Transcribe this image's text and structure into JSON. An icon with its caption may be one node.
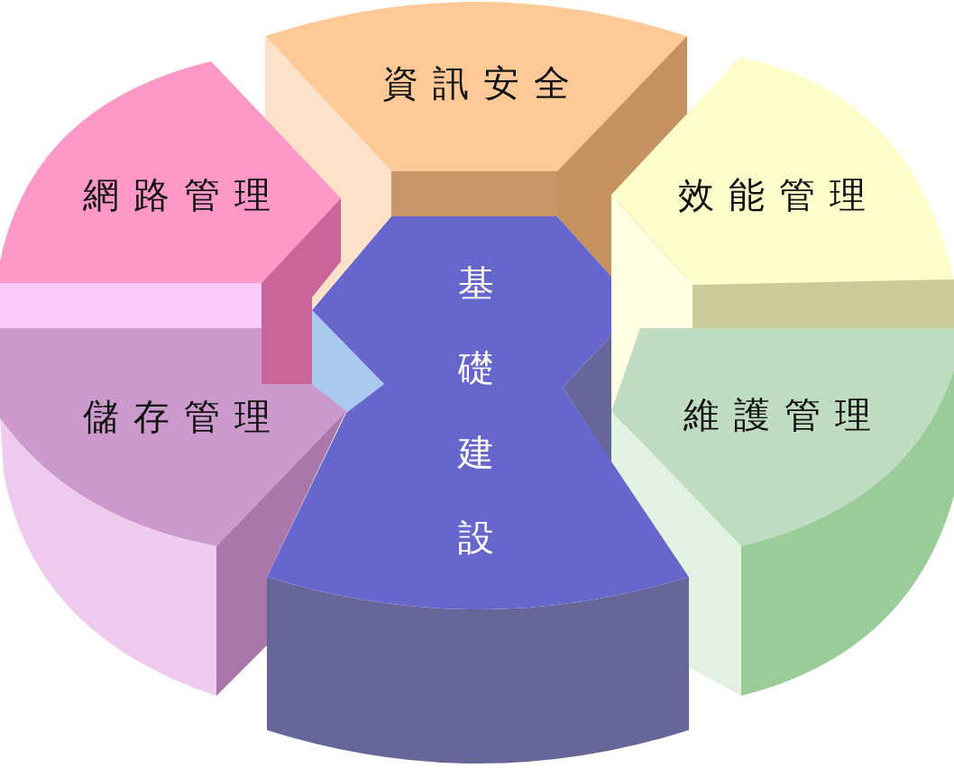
{
  "diagram": {
    "nodes": [
      {
        "text": [
          "資訊安全"
        ]
      },
      {
        "text": [
          "網路管理"
        ]
      },
      {
        "text": [
          "效能管理"
        ]
      },
      {
        "text": [
          "基礎建設"
        ]
      },
      {
        "text": [
          "儲存管理"
        ]
      },
      {
        "text": [
          "維護管理"
        ]
      }
    ]
  }
}
